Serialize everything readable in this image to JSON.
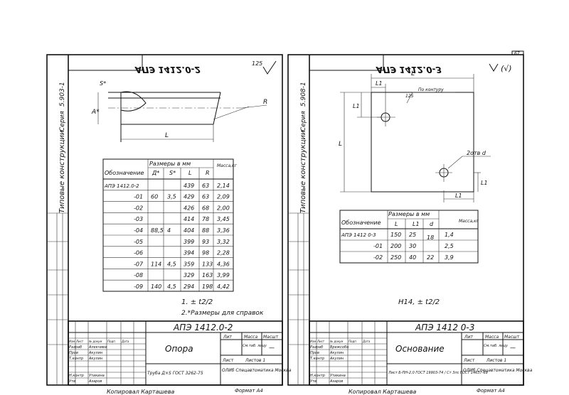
{
  "top_right_mark": "67",
  "left_sheet": {
    "stamp": "АПЭ 1412.0-2",
    "side_text": {
      "series_label": "Серия",
      "series_number": "5.903-1",
      "types": "Типовые конструкции"
    },
    "roughness": "125",
    "dims": {
      "A": "A*",
      "S": "S*",
      "L": "L",
      "R": "R"
    },
    "table": {
      "head": {
        "designation": "Обозначение",
        "sizes": "Размеры в мм",
        "mass": "Масса,кг",
        "cols": [
          "Д*",
          "S*",
          "L",
          "R"
        ]
      },
      "rows": [
        {
          "name": "АПЭ 1412.0-2",
          "D": "",
          "S": "",
          "L": "439",
          "R": "63",
          "m": "2,14"
        },
        {
          "name": "-01",
          "D": "60",
          "S": "3,5",
          "L": "429",
          "R": "63",
          "m": "2,09"
        },
        {
          "name": "-02",
          "D": "",
          "S": "",
          "L": "426",
          "R": "68",
          "m": "2,00"
        },
        {
          "name": "-03",
          "D": "",
          "S": "",
          "L": "414",
          "R": "78",
          "m": "3,45"
        },
        {
          "name": "-04",
          "D": "88,5",
          "S": "4",
          "L": "404",
          "R": "88",
          "m": "3,36"
        },
        {
          "name": "-05",
          "D": "",
          "S": "",
          "L": "399",
          "R": "93",
          "m": "3,32"
        },
        {
          "name": "-06",
          "D": "",
          "S": "",
          "L": "394",
          "R": "98",
          "m": "2,28"
        },
        {
          "name": "-07",
          "D": "114",
          "S": "4,5",
          "L": "359",
          "R": "133",
          "m": "4,36"
        },
        {
          "name": "-08",
          "D": "",
          "S": "",
          "L": "329",
          "R": "163",
          "m": "3,99"
        },
        {
          "name": "-09",
          "D": "140",
          "S": "4,5",
          "L": "294",
          "R": "198",
          "m": "4,42"
        }
      ]
    },
    "notes": [
      "1.  ± t2/2",
      "2.*Размеры для справок"
    ],
    "title_block": {
      "code": "АПЭ 1412.0-2",
      "name": "Опора",
      "cols": [
        "Лит",
        "Масса",
        "Масшт"
      ],
      "mass_val": "См.таб. лицу",
      "scale_val": "—",
      "sheet": "Лист",
      "sheets": "Листов 1",
      "material": "Труба Д×S ГОСТ 3262-75",
      "org": "ОЛИб Спецавтоматика Москва",
      "persons": [
        [
          "Изм",
          "Лист",
          "№ докум",
          "Подп",
          "Дата"
        ],
        [
          "Разраб",
          "Алекчива",
          "",
          ""
        ],
        [
          "Пров",
          "Акулин",
          "",
          ""
        ],
        [
          "Т.контр",
          "Акулин",
          "",
          ""
        ],
        [
          "",
          "",
          "",
          ""
        ],
        [
          "Н.контр",
          "Утикина",
          "",
          ""
        ],
        [
          "Утв",
          "Азаров",
          "",
          ""
        ]
      ],
      "copied": "Копировал  Карташева",
      "format": "Формат А4"
    }
  },
  "right_sheet": {
    "stamp": "АПЭ 1412.0-3",
    "side_text": {
      "series_label": "Серия",
      "series_number": "5.908-1",
      "types": "Типовые конструкции"
    },
    "dims": {
      "L": "L",
      "L1": "L1",
      "hole": "2отв d",
      "contour": "По контуру",
      "roughness": "125"
    },
    "table": {
      "head": {
        "designation": "Обозначение",
        "sizes": "Размеры в мм",
        "mass": "Масса,кг",
        "cols": [
          "L",
          "L1",
          "d"
        ]
      },
      "rows": [
        {
          "name": "АПЭ 1412 0-3",
          "L": "150",
          "L1": "25",
          "d": "18",
          "m": "1,4"
        },
        {
          "name": "-01",
          "L": "200",
          "L1": "30",
          "d": "",
          "m": "2,5"
        },
        {
          "name": "-02",
          "L": "250",
          "L1": "40",
          "d": "22",
          "m": "3,9"
        }
      ]
    },
    "note": "Н14, ± t2/2",
    "title_block": {
      "code": "АПЭ 1412 0-3",
      "name": "Основание",
      "cols": [
        "Лит",
        "Масса",
        "Масшт"
      ],
      "mass_val": "См.таб. лицу",
      "scale_val": "—",
      "sheet": "Лист",
      "sheets": "Листов 1",
      "material": "Лист Б-ПН-2,0 ГОСТ 19903-74 / Ст 3пс ГОСТ 14637-69",
      "org": "ОЛИб Спецавтоматика Москва",
      "persons": [
        [
          "Изм",
          "Лист",
          "№ докум",
          "Подп",
          "Дата"
        ],
        [
          "Разраб",
          "Врежсоба",
          "",
          ""
        ],
        [
          "Пров",
          "Акулин",
          "",
          ""
        ],
        [
          "Т.контр",
          "Акулин",
          "",
          ""
        ],
        [
          "",
          "",
          "",
          ""
        ],
        [
          "Н.контр",
          "Утикина",
          "",
          ""
        ],
        [
          "Утв",
          "Азаров",
          "",
          ""
        ]
      ],
      "copied": "Копировал  Карташева",
      "format": "Формат А4"
    }
  }
}
